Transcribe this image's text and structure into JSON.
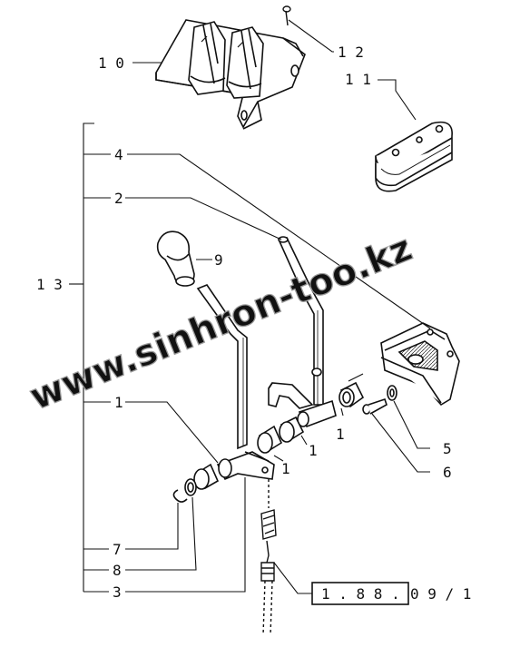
{
  "callouts": {
    "c10": "1 0",
    "c12": "1 2",
    "c11": "1 1",
    "c13": "1 3",
    "c4": "4",
    "c2": "2",
    "c9": "9",
    "c1a": "1",
    "c1b": "1",
    "c1c": "1",
    "c1d": "1",
    "c5": "5",
    "c6": "6",
    "c7": "7",
    "c8": "8",
    "c3": "3"
  },
  "reference": {
    "boxed": "1 . 8 8 .",
    "suffix": "0 9 /   1"
  },
  "watermark": "www.sinhron-too.kz"
}
